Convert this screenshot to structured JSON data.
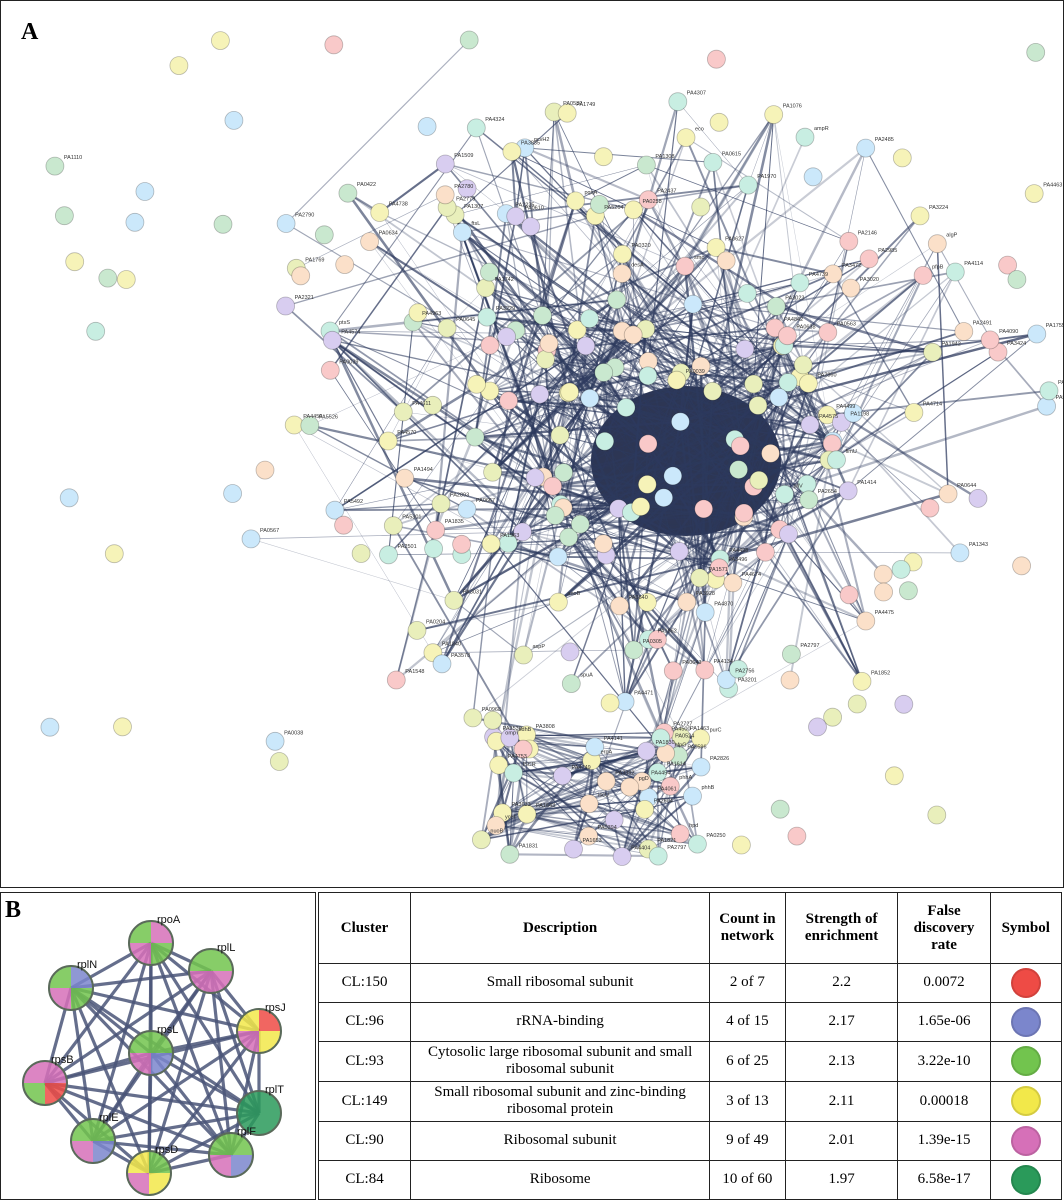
{
  "panel_a": {
    "letter": "A",
    "labels": [
      "PA4475",
      "PA4842",
      "PA3224",
      "PA5295",
      "PA2437",
      "PA4471",
      "PA3472",
      "PA1862",
      "PA2985",
      "PA0204",
      "PA5264",
      "pqqA",
      "PA4870",
      "PA2196",
      "PA0422",
      "PA0563",
      "PA1742",
      "PA4456",
      "PA4307",
      "PA4570",
      "PA1494",
      "PA1307",
      "ptsS",
      "PA0258",
      "desA",
      "aspP",
      "PA3201",
      "anoB",
      "ftsL",
      "PA1343",
      "ampR",
      "pfpB",
      "PA2860",
      "PA1308",
      "PA0532",
      "fimU",
      "PA2654",
      "pilV",
      "PA2790",
      "PA1571",
      "PA2756",
      "PA0305",
      "PA4714",
      "PA1509",
      "PA2501",
      "PA1414",
      "PA1076",
      "PA1852",
      "PA4611",
      "PA4134",
      "PA4498",
      "spuA",
      "PA4574",
      "PA4499",
      "PA5301",
      "PA4575",
      "PA2893",
      "PA4500",
      "eco",
      "PA0567",
      "PA3424",
      "PA2779",
      "PA3031",
      "PA5526",
      "PA2321",
      "PA2780",
      "PA1749",
      "PA2485",
      "PA5492",
      "PA1755",
      "PA1963",
      "PA1548",
      "gcvH2",
      "PA4090",
      "PA3928",
      "smc",
      "PA4114",
      "PA4738",
      "PA0039",
      "PA2146",
      "PA4739",
      "PA2235",
      "PA1835",
      "PA4963",
      "algP",
      "PA1840",
      "PA3023",
      "PA0968",
      "PA1198",
      "PA0667",
      "PA4324",
      "PA4674",
      "PA2491",
      "PA3496",
      "PA3229",
      "PA1970",
      "PA0320",
      "PA3578",
      "PA1942",
      "PA1769",
      "PA3835",
      "PA0645",
      "PA0644",
      "PA0643",
      "PA0640",
      "PA0634",
      "PA0627",
      "PA0638",
      "PA0610",
      "PA0615",
      "PA0524",
      "phhB",
      "phhA",
      "hpd",
      "PA1821",
      "PA0596",
      "PA1830",
      "PA1831",
      "purC",
      "PA4753",
      "PA0250",
      "PA2826",
      "PA3808",
      "iscU",
      "ISCR",
      "erpA",
      "PA3530",
      "PA3633",
      "PA0394",
      "PA4061",
      "PA4454",
      "PA4404",
      "PA2797",
      "PA2604",
      "hfpG",
      "yceI",
      "pgD",
      "PA3392",
      "PA4141",
      "ompT",
      "PA4749",
      "PA1643",
      "sdhB",
      "nuoB",
      "PA1463",
      "PA1614",
      "PA1653",
      "PA2727",
      "PA4463",
      "PA0039",
      "PA1110",
      "PA2797",
      "PA0038",
      "PA3020"
    ]
  },
  "panel_b": {
    "letter": "B",
    "nodes": [
      "rpoA",
      "rplL",
      "rplN",
      "rpsJ",
      "rpsB",
      "rpsL",
      "rplT",
      "rplE",
      "rplF",
      "rpsD"
    ]
  },
  "table": {
    "headers": [
      "Cluster",
      "Description",
      "Count in network",
      "Strength of enrichment",
      "False discovery rate",
      "Symbol"
    ],
    "rows": [
      {
        "cluster": "CL:150",
        "description": "Small ribosomal subunit",
        "count": "2 of 7",
        "strength": "2.2",
        "fdr": "0.0072",
        "color": "#ee4b45"
      },
      {
        "cluster": "CL:96",
        "description": "rRNA-binding",
        "count": "4 of 15",
        "strength": "2.17",
        "fdr": "1.65e-06",
        "color": "#7b86cc"
      },
      {
        "cluster": "CL:93",
        "description": "Cytosolic large ribosomal subunit and small ribosomal subunit",
        "count": "6 of 25",
        "strength": "2.13",
        "fdr": "3.22e-10",
        "color": "#72c44e"
      },
      {
        "cluster": "CL:149",
        "description": "Small ribosomal subunit and zinc-binding ribosomal protein",
        "count": "3 of 13",
        "strength": "2.11",
        "fdr": "0.00018",
        "color": "#f2e84a"
      },
      {
        "cluster": "CL:90",
        "description": "Ribosomal subunit",
        "count": "9 of 49",
        "strength": "2.01",
        "fdr": "1.39e-15",
        "color": "#d670b8"
      },
      {
        "cluster": "CL:84",
        "description": "Ribosome",
        "count": "10 of 60",
        "strength": "1.97",
        "fdr": "6.58e-17",
        "color": "#2a9a5a"
      }
    ]
  },
  "colors": {
    "node_palette": [
      "#cbe8fb",
      "#c9e8cf",
      "#d8cdf0",
      "#fbe0c9",
      "#f6f3b8",
      "#c8eee2",
      "#f9c9c9",
      "#e9efbb"
    ],
    "edge": "#2d3a5e",
    "core": "#1b2545"
  }
}
